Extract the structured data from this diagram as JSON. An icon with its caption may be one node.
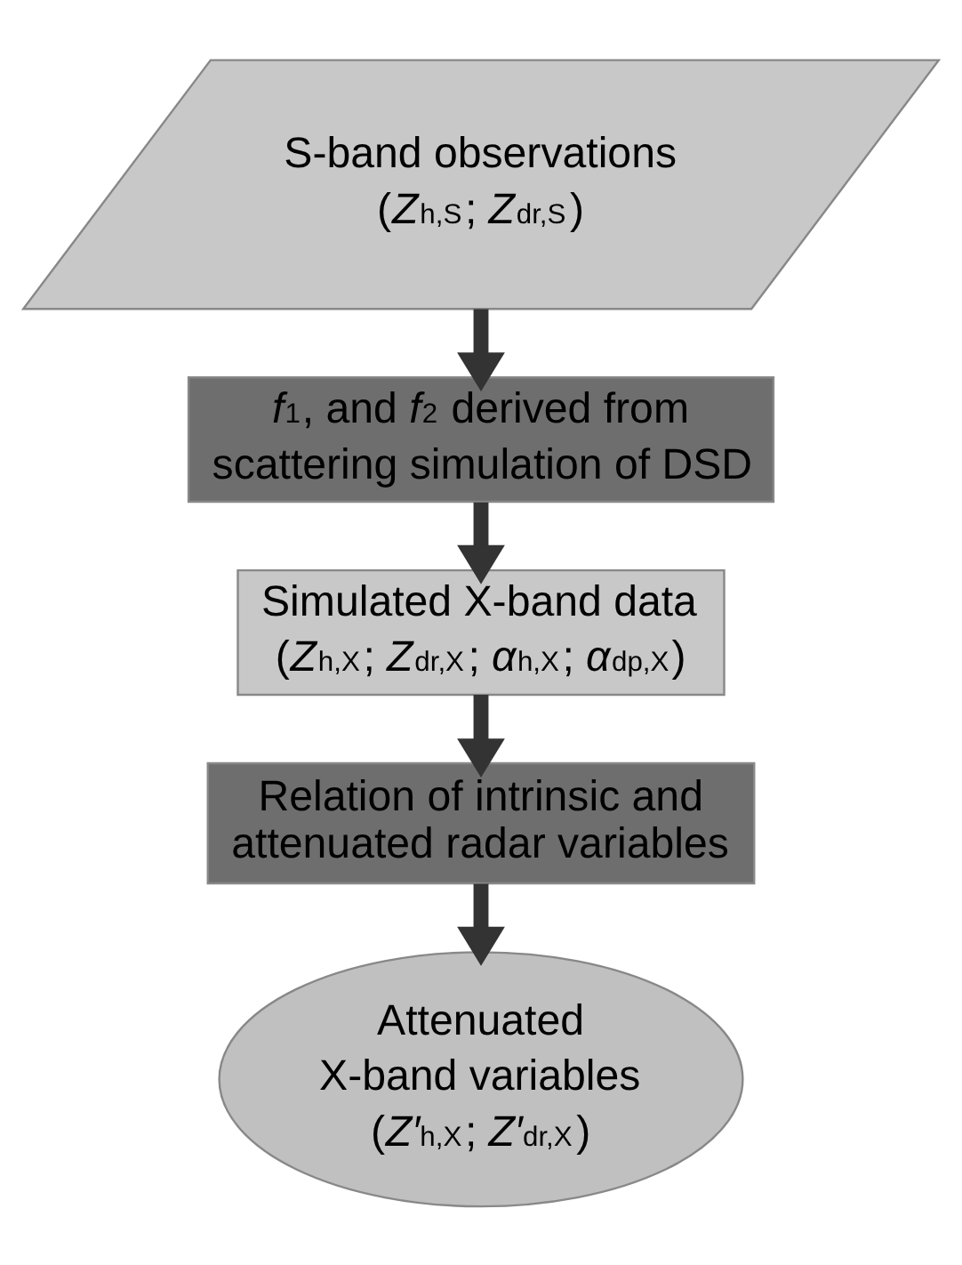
{
  "diagram": {
    "nodes": [
      {
        "text": [
          "S-band observations",
          "(*Z*$_{h,S}$; *Z*$_{dr,S}$)"
        ]
      },
      {
        "text": [
          "*f*$_{1}$, and *f*$_{2}$ derived from scattering simulation of DSD"
        ]
      },
      {
        "text": [
          "Simulated X-band data",
          "(*Z*$_{h,X}$; *Z*$_{dr,X}$; *α*$_{h,X}$; *α*$_{dp,X}$)"
        ]
      },
      {
        "text": [
          "Relation of intrinsic and attenuated radar variables"
        ]
      },
      {
        "text": [
          "Attenuated X-band variables",
          "(*Z′*$_{h,X}$; *Z′*$_{dr,X}$)"
        ]
      }
    ],
    "edges": [
      {
        "from": 0,
        "to": 1,
        "arrow": "to"
      },
      {
        "from": 1,
        "to": 2,
        "arrow": "to"
      },
      {
        "from": 2,
        "to": 3,
        "arrow": "to"
      },
      {
        "from": 3,
        "to": 4,
        "arrow": "to"
      }
    ]
  }
}
